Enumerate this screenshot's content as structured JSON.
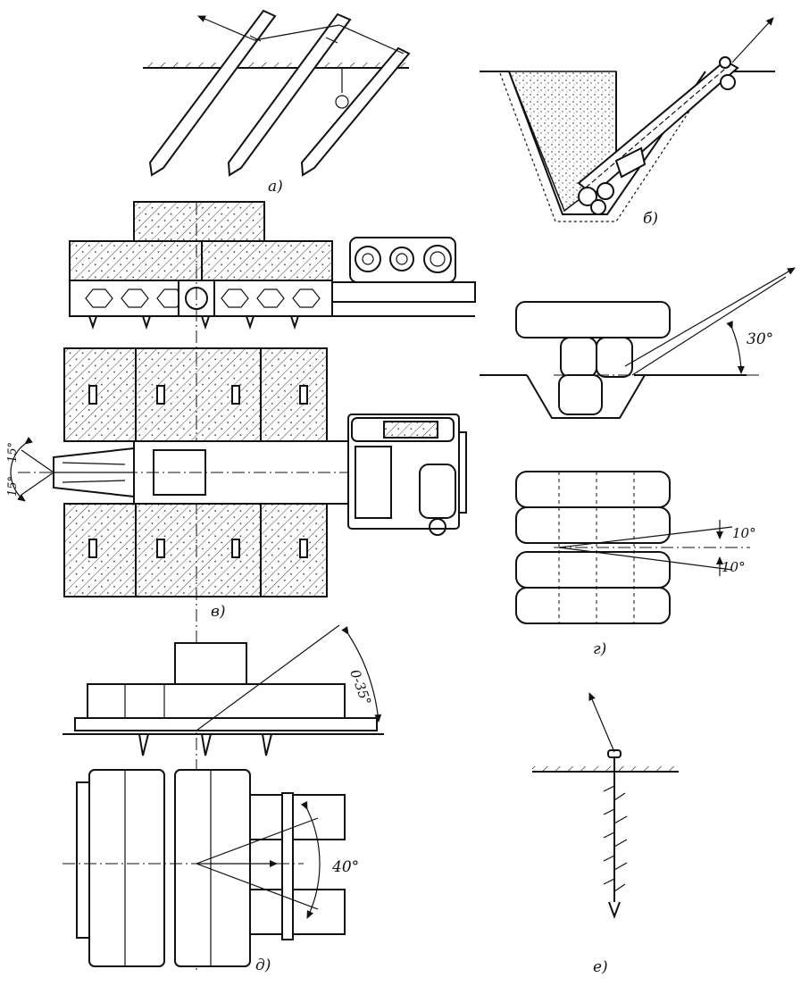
{
  "labels": {
    "a": "а)",
    "b": "б)",
    "v": "в)",
    "g": "г)",
    "d": "д)",
    "e": "е)"
  },
  "angles": {
    "b_30": "30°",
    "v_15_left": "15°",
    "v_15_right": "15°",
    "g_10_up": "10°",
    "g_10_down": "10°",
    "d_0_35": "0-35°",
    "d_40": "40°"
  }
}
